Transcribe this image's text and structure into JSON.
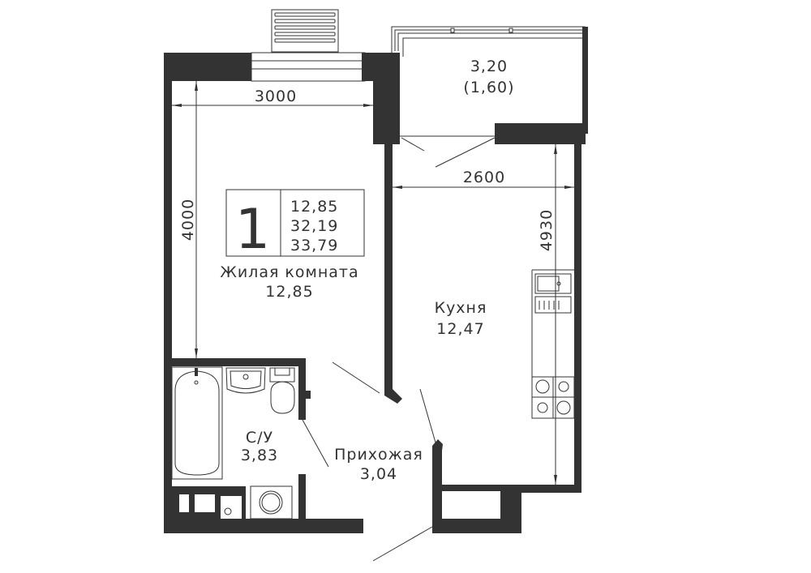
{
  "colors": {
    "wall": "#333333",
    "background": "#ffffff"
  },
  "legend": {
    "rooms_count": "1",
    "living_area": "12,85",
    "total_area": "32,19",
    "total_area_with_balcony": "33,79"
  },
  "dimensions": {
    "living_width": "3000",
    "living_length": "4000",
    "kitchen_width": "2600",
    "kitchen_length": "4930"
  },
  "rooms": {
    "living": {
      "name": "Жилая комната",
      "area": "12,85"
    },
    "kitchen": {
      "name": "Кухня",
      "area": "12,47"
    },
    "bathroom": {
      "name": "С/У",
      "area": "3,83"
    },
    "hallway": {
      "name": "Прихожая",
      "area": "3,04"
    },
    "balcony": {
      "area": "3,20",
      "reduced_area": "(1,60)"
    }
  }
}
